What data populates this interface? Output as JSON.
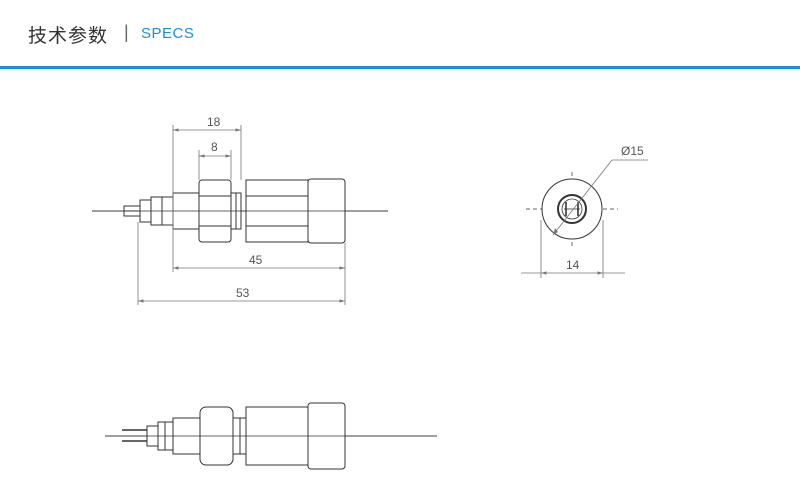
{
  "header": {
    "title_cn": "技术参数",
    "separator": "|",
    "title_en": "SPECS"
  },
  "colors": {
    "accent": "#1a8fd8",
    "line": "#333333",
    "dim_line": "#777777"
  },
  "drawing": {
    "side_view": {
      "dim_top_outer": "18",
      "dim_top_inner": "8",
      "dim_body": "45",
      "dim_total": "53"
    },
    "end_view": {
      "dim_diameter": "Ø15",
      "dim_width": "14"
    }
  }
}
